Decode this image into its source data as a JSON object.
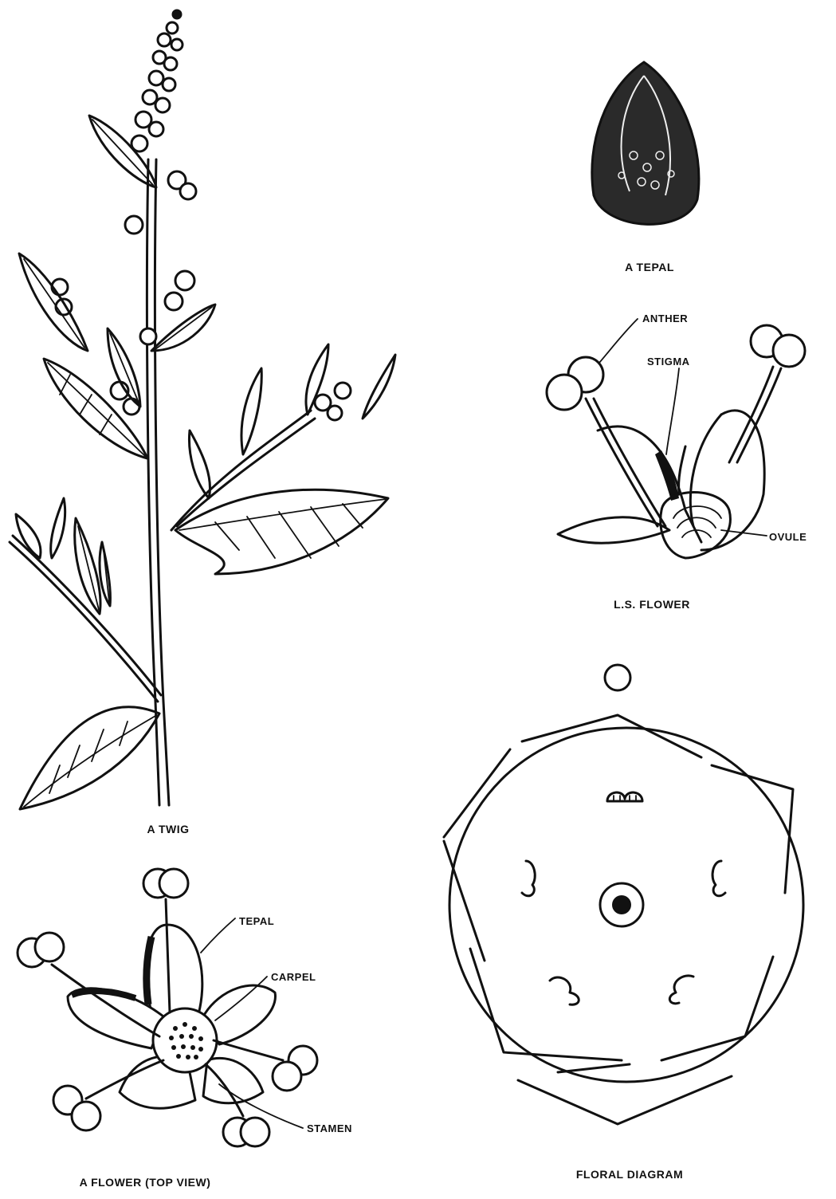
{
  "figures": {
    "twig": {
      "caption": "A TWIG"
    },
    "tepal": {
      "caption": "A TEPAL"
    },
    "ls_flower": {
      "caption": "L.S. FLOWER",
      "labels": {
        "anther": "ANTHER",
        "stigma": "STIGMA",
        "ovule": "OVULE"
      }
    },
    "flower_top": {
      "caption": "A FLOWER (TOP VIEW)",
      "labels": {
        "tepal": "TEPAL",
        "carpel": "CARPEL",
        "stamen": "STAMEN"
      }
    },
    "floral_diagram": {
      "caption": "FLORAL DIAGRAM"
    }
  },
  "colors": {
    "ink": "#111111",
    "paper": "#ffffff"
  }
}
